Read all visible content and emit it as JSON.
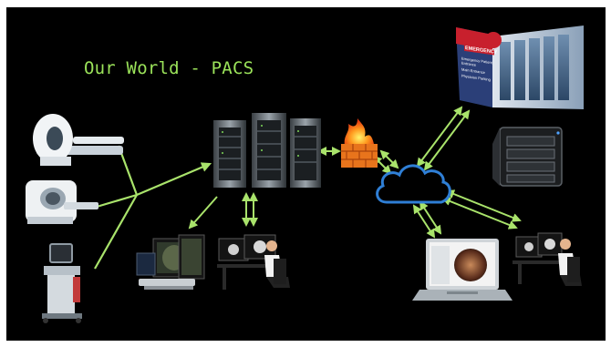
{
  "slide": {
    "title": "Our World - PACS",
    "background": "#000000",
    "accent": "#9be35a",
    "arrow_color": "#a9e36b",
    "hospital_sign": {
      "label": "EMERGENCY",
      "items": [
        "Emergency Patient Entrance",
        "Main Entrance",
        "Physician Parking"
      ]
    },
    "nodes": {
      "modalities": [
        "ct-scanner-icon",
        "mri-scanner-icon",
        "ultrasound-machine-icon"
      ],
      "server": "server-rack-icon",
      "firewall": "firewall-icon",
      "cloud": "cloud-icon",
      "hospital": "hospital-building-icon",
      "storage": "nas-storage-icon",
      "workstations": [
        "dual-monitor-workstation-icon",
        "radiologist-workstation-icon",
        "laptop-viewer-icon",
        "remote-radiologist-icon"
      ]
    }
  }
}
